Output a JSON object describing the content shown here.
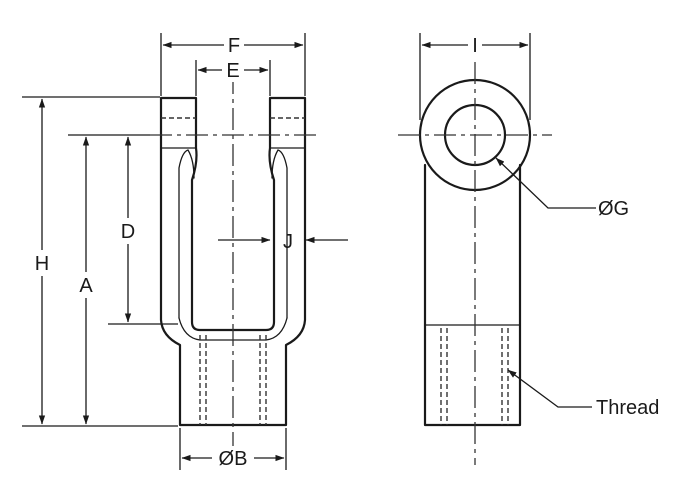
{
  "labels": {
    "F": "F",
    "E": "E",
    "I": "I",
    "H": "H",
    "A": "A",
    "D": "D",
    "J": "J",
    "B": "ØB",
    "G": "ØG",
    "thread": "Thread"
  },
  "colors": {
    "line": "#1a1a1a",
    "background": "#ffffff"
  }
}
